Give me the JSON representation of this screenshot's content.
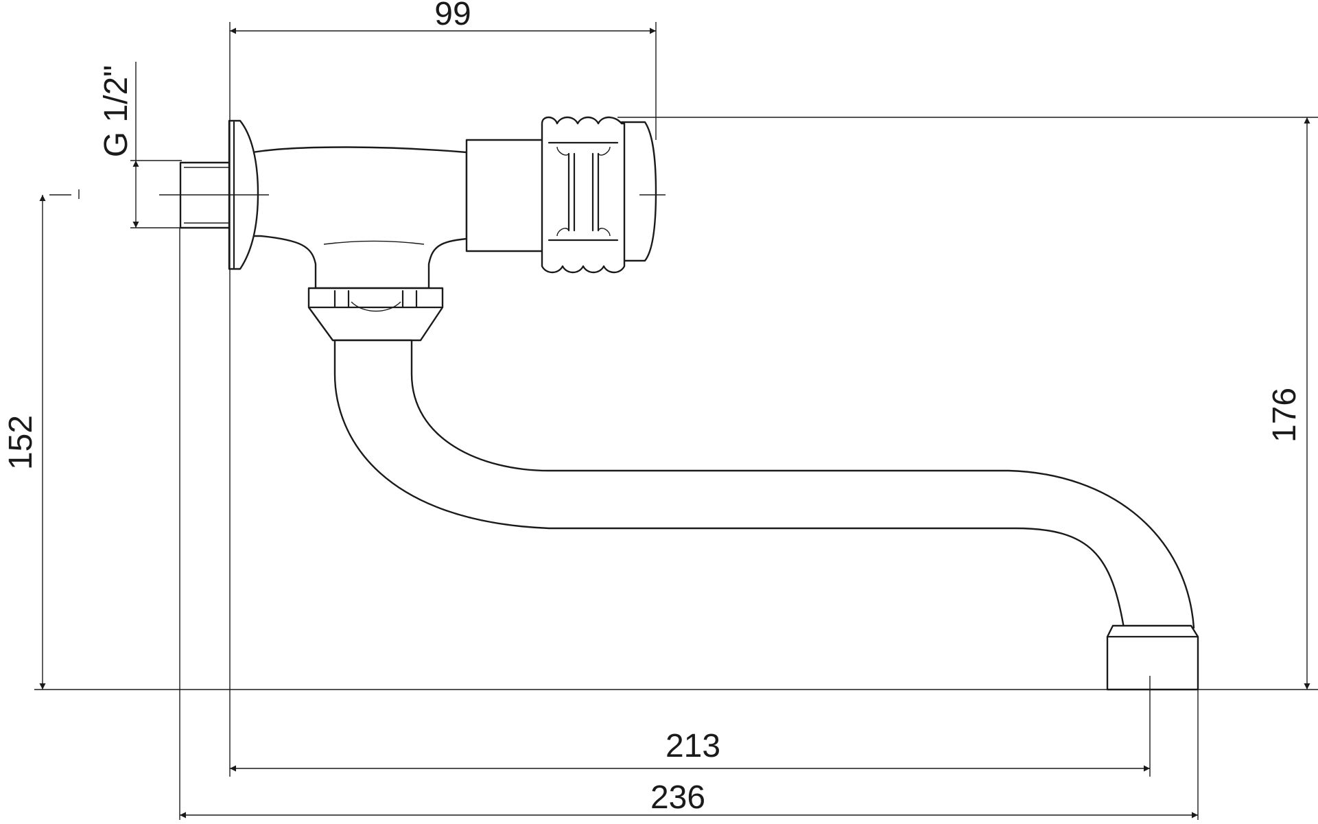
{
  "dimensions": {
    "top_width": "99",
    "thread": "G 1/2\"",
    "left_height": "152",
    "right_height": "176",
    "spout_reach": "213",
    "overall_length": "236"
  },
  "colors": {
    "line": "#1a1a1a",
    "background": "#ffffff"
  }
}
